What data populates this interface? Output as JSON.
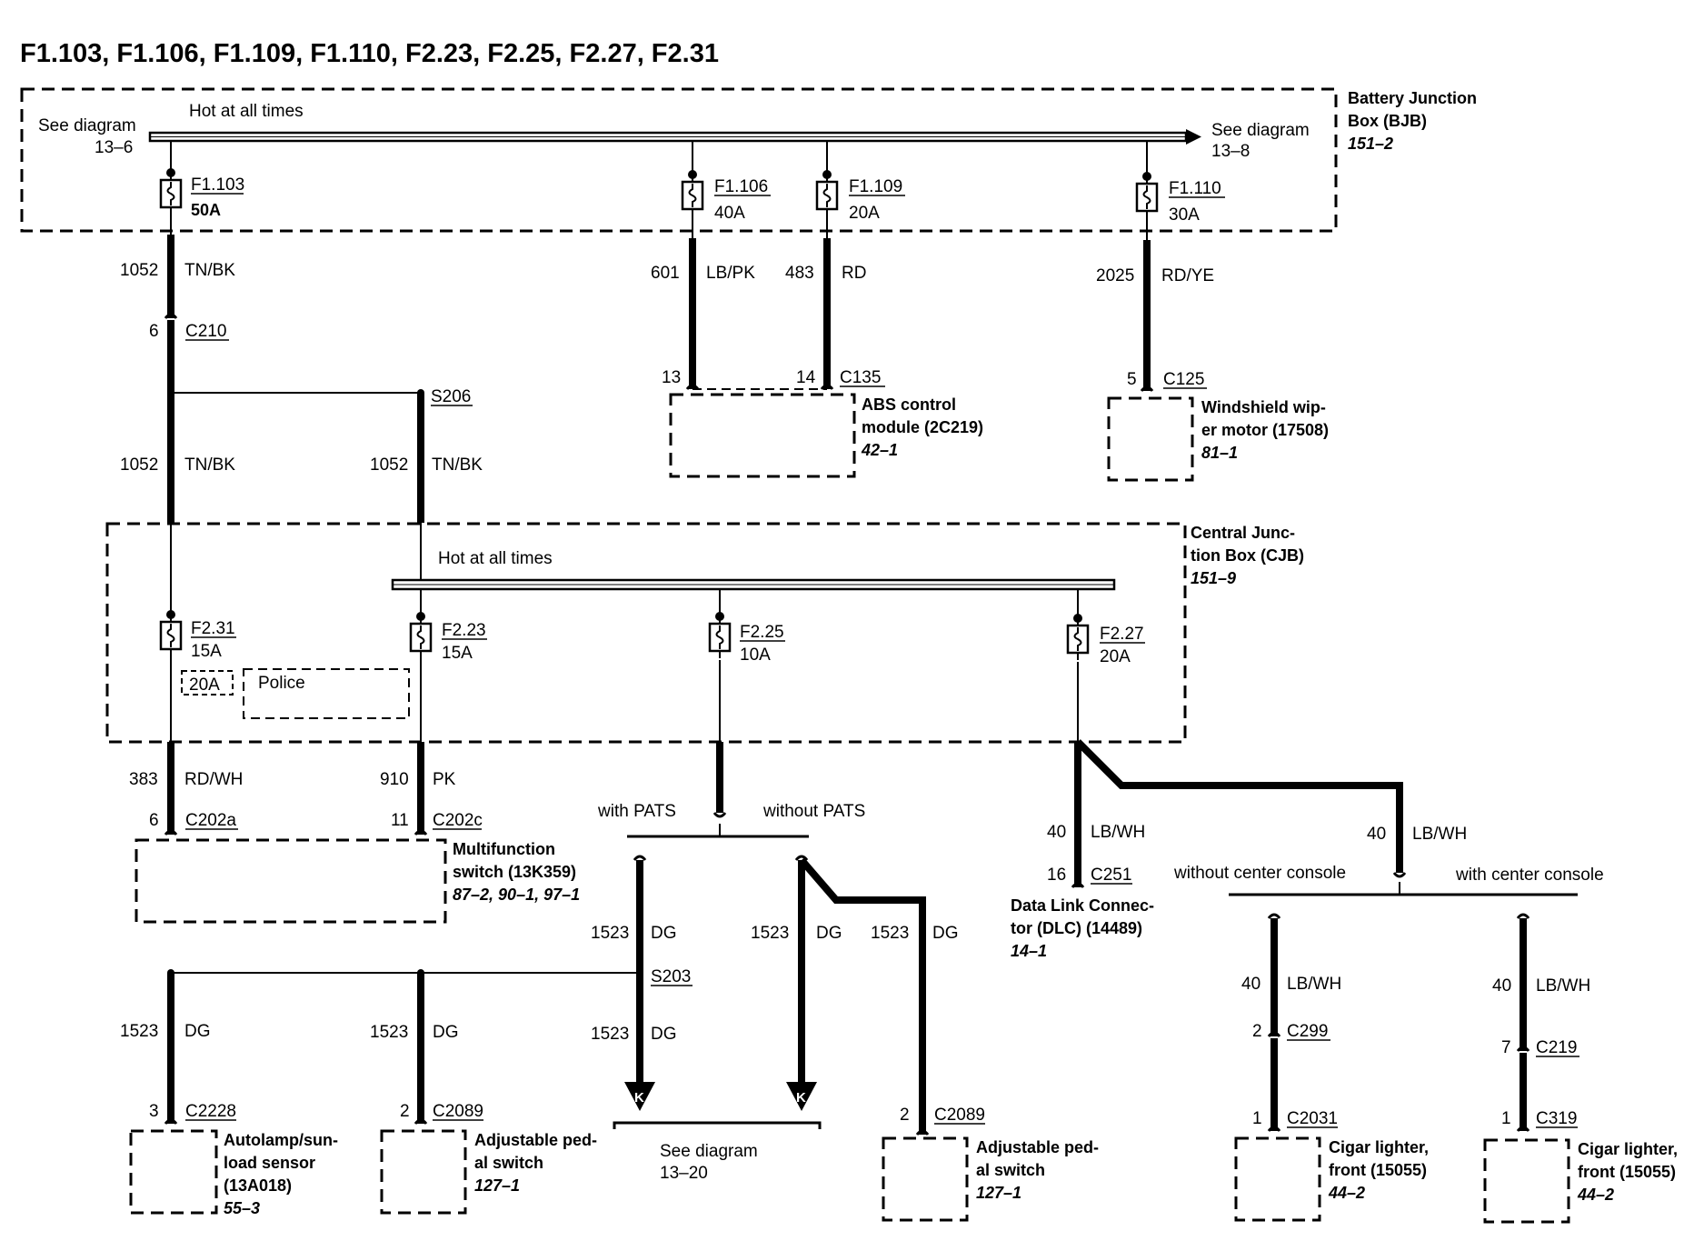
{
  "title": "F1.103, F1.106, F1.109, F1.110, F2.23, F2.25, F2.27, F2.31",
  "bjb": {
    "name_line1": "Battery Junction",
    "name_line2": "Box (BJB)",
    "ref": "151–2",
    "hot_label": "Hot at all times",
    "see_left_line1": "See diagram",
    "see_left_line2": "13–6",
    "see_right_line1": "See diagram",
    "see_right_line2": "13–8",
    "fuses": [
      {
        "id": "F1.103",
        "rating": "50A"
      },
      {
        "id": "F1.106",
        "rating": "40A"
      },
      {
        "id": "F1.109",
        "rating": "20A"
      },
      {
        "id": "F1.110",
        "rating": "30A"
      }
    ]
  },
  "cjb": {
    "name_line1": "Central Junc-",
    "name_line2": "tion Box (CJB)",
    "ref": "151–9",
    "hot_label": "Hot at all times",
    "police_label": "Police",
    "alt_rating": "20A",
    "fuses": [
      {
        "id": "F2.31",
        "rating": "15A"
      },
      {
        "id": "F2.23",
        "rating": "15A"
      },
      {
        "id": "F2.25",
        "rating": "10A"
      },
      {
        "id": "F2.27",
        "rating": "20A"
      }
    ]
  },
  "wires": {
    "w1052": {
      "circuit": "1052",
      "color": "TN/BK"
    },
    "w601": {
      "circuit": "601",
      "color": "LB/PK"
    },
    "w483": {
      "circuit": "483",
      "color": "RD"
    },
    "w2025": {
      "circuit": "2025",
      "color": "RD/YE"
    },
    "w383": {
      "circuit": "383",
      "color": "RD/WH"
    },
    "w910": {
      "circuit": "910",
      "color": "PK"
    },
    "w40": {
      "circuit": "40",
      "color": "LB/WH"
    },
    "w1523": {
      "circuit": "1523",
      "color": "DG"
    }
  },
  "connectors": {
    "c210": {
      "id": "C210",
      "pin": "6"
    },
    "s206": {
      "id": "S206"
    },
    "c135": {
      "id": "C135",
      "pin_a": "13",
      "pin_b": "14"
    },
    "c125": {
      "id": "C125",
      "pin": "5"
    },
    "c202a": {
      "id": "C202a",
      "pin": "6"
    },
    "c202c": {
      "id": "C202c",
      "pin": "11"
    },
    "c251": {
      "id": "C251",
      "pin": "16"
    },
    "s203": {
      "id": "S203"
    },
    "c2228": {
      "id": "C2228",
      "pin": "3"
    },
    "c2089a": {
      "id": "C2089",
      "pin": "2"
    },
    "c2089b": {
      "id": "C2089",
      "pin": "2"
    },
    "c299": {
      "id": "C299",
      "pin": "2"
    },
    "c219": {
      "id": "C219",
      "pin": "7"
    },
    "c2031": {
      "id": "C2031",
      "pin": "1"
    },
    "c319": {
      "id": "C319",
      "pin": "1"
    }
  },
  "branches": {
    "with_pats": "with PATS",
    "without_pats": "without PATS",
    "without_console": "without center console",
    "with_console": "with center console",
    "k_label": "K",
    "see_bottom_line1": "See diagram",
    "see_bottom_line2": "13–20"
  },
  "components": {
    "abs": {
      "line1": "ABS control",
      "line2": "module (2C219)",
      "ref": "42–1"
    },
    "wiper": {
      "line1": "Windshield wip-",
      "line2": "er motor (17508)",
      "ref": "81–1"
    },
    "mfs": {
      "line1": "Multifunction",
      "line2": "switch (13K359)",
      "ref": "87–2, 90–1, 97–1"
    },
    "dlc": {
      "line1": "Data Link Connec-",
      "line2": "tor (DLC) (14489)",
      "ref": "14–1"
    },
    "autolamp": {
      "line1": "Autolamp/sun-",
      "line2": "load sensor",
      "line3": "(13A018)",
      "ref": "55–3"
    },
    "pedal_a": {
      "line1": "Adjustable ped-",
      "line2": "al switch",
      "ref": "127–1"
    },
    "pedal_b": {
      "line1": "Adjustable ped-",
      "line2": "al switch",
      "ref": "127–1"
    },
    "lighter_a": {
      "line1": "Cigar lighter,",
      "line2": "front (15055)",
      "ref": "44–2"
    },
    "lighter_b": {
      "line1": "Cigar lighter,",
      "line2": "front (15055)",
      "ref": "44–2"
    }
  }
}
